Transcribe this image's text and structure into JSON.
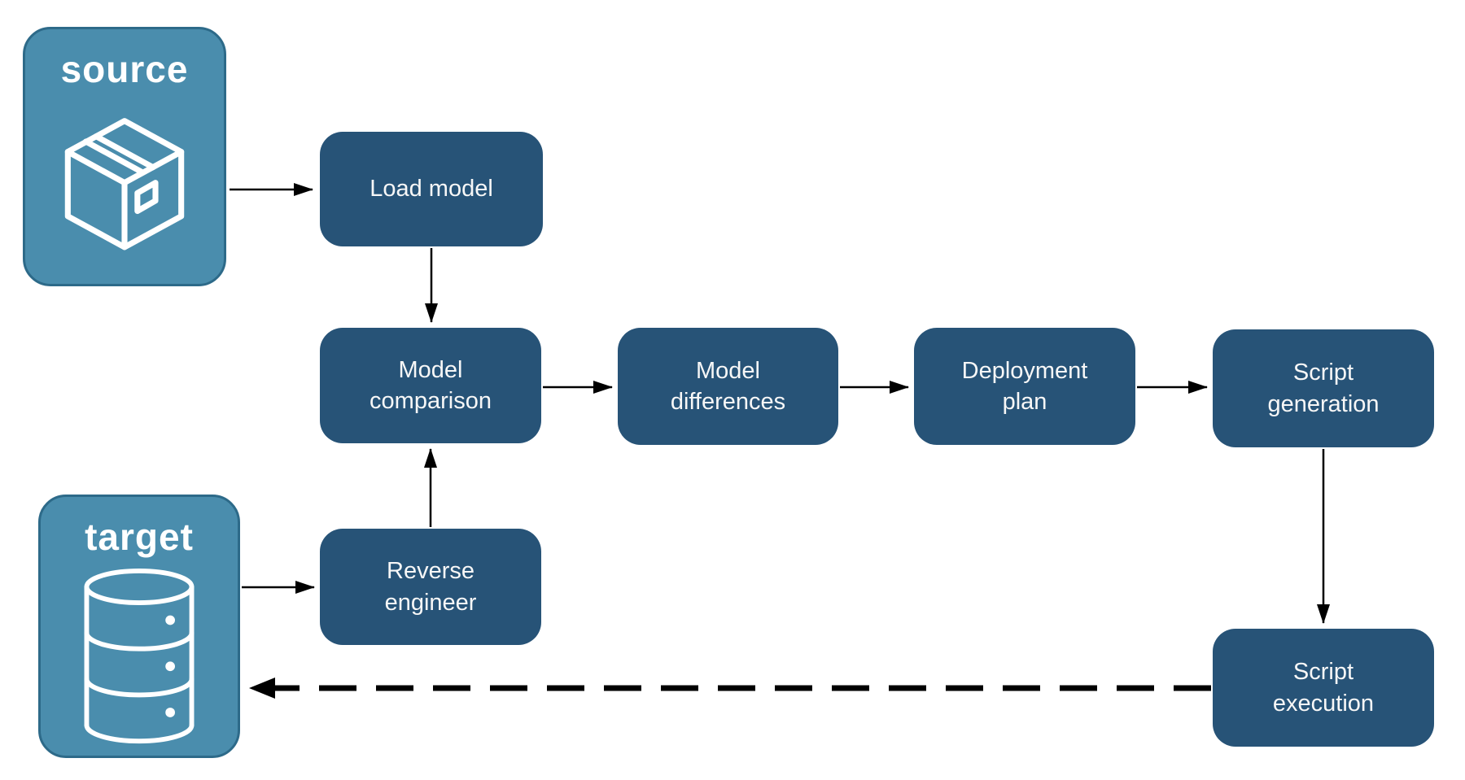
{
  "diagram": {
    "type": "flowchart",
    "nodes": {
      "source": {
        "label": "source",
        "icon": "package-icon",
        "kind": "endpoint"
      },
      "target": {
        "label": "target",
        "icon": "database-icon",
        "kind": "endpoint"
      },
      "load_model": {
        "label": "Load model",
        "kind": "process"
      },
      "model_comparison": {
        "label": "Model comparison",
        "kind": "process"
      },
      "model_differences": {
        "label": "Model differences",
        "kind": "process"
      },
      "deployment_plan": {
        "label": "Deployment plan",
        "kind": "process"
      },
      "script_generation": {
        "label": "Script generation",
        "kind": "process"
      },
      "reverse_engineer": {
        "label": "Reverse engineer",
        "kind": "process"
      },
      "script_execution": {
        "label": "Script execution",
        "kind": "process"
      }
    },
    "edges": [
      {
        "from": "source",
        "to": "load_model",
        "style": "solid"
      },
      {
        "from": "load_model",
        "to": "model_comparison",
        "style": "solid"
      },
      {
        "from": "model_comparison",
        "to": "model_differences",
        "style": "solid"
      },
      {
        "from": "model_differences",
        "to": "deployment_plan",
        "style": "solid"
      },
      {
        "from": "deployment_plan",
        "to": "script_generation",
        "style": "solid"
      },
      {
        "from": "script_generation",
        "to": "script_execution",
        "style": "solid"
      },
      {
        "from": "target",
        "to": "reverse_engineer",
        "style": "solid"
      },
      {
        "from": "reverse_engineer",
        "to": "model_comparison",
        "style": "solid"
      },
      {
        "from": "script_execution",
        "to": "target",
        "style": "dashed"
      }
    ],
    "colors": {
      "process_fill": "#275377",
      "endpoint_fill": "#4a8dad",
      "endpoint_border": "#2d6a89",
      "arrow": "#000000",
      "text": "#ffffff",
      "background": "#ffffff"
    }
  }
}
